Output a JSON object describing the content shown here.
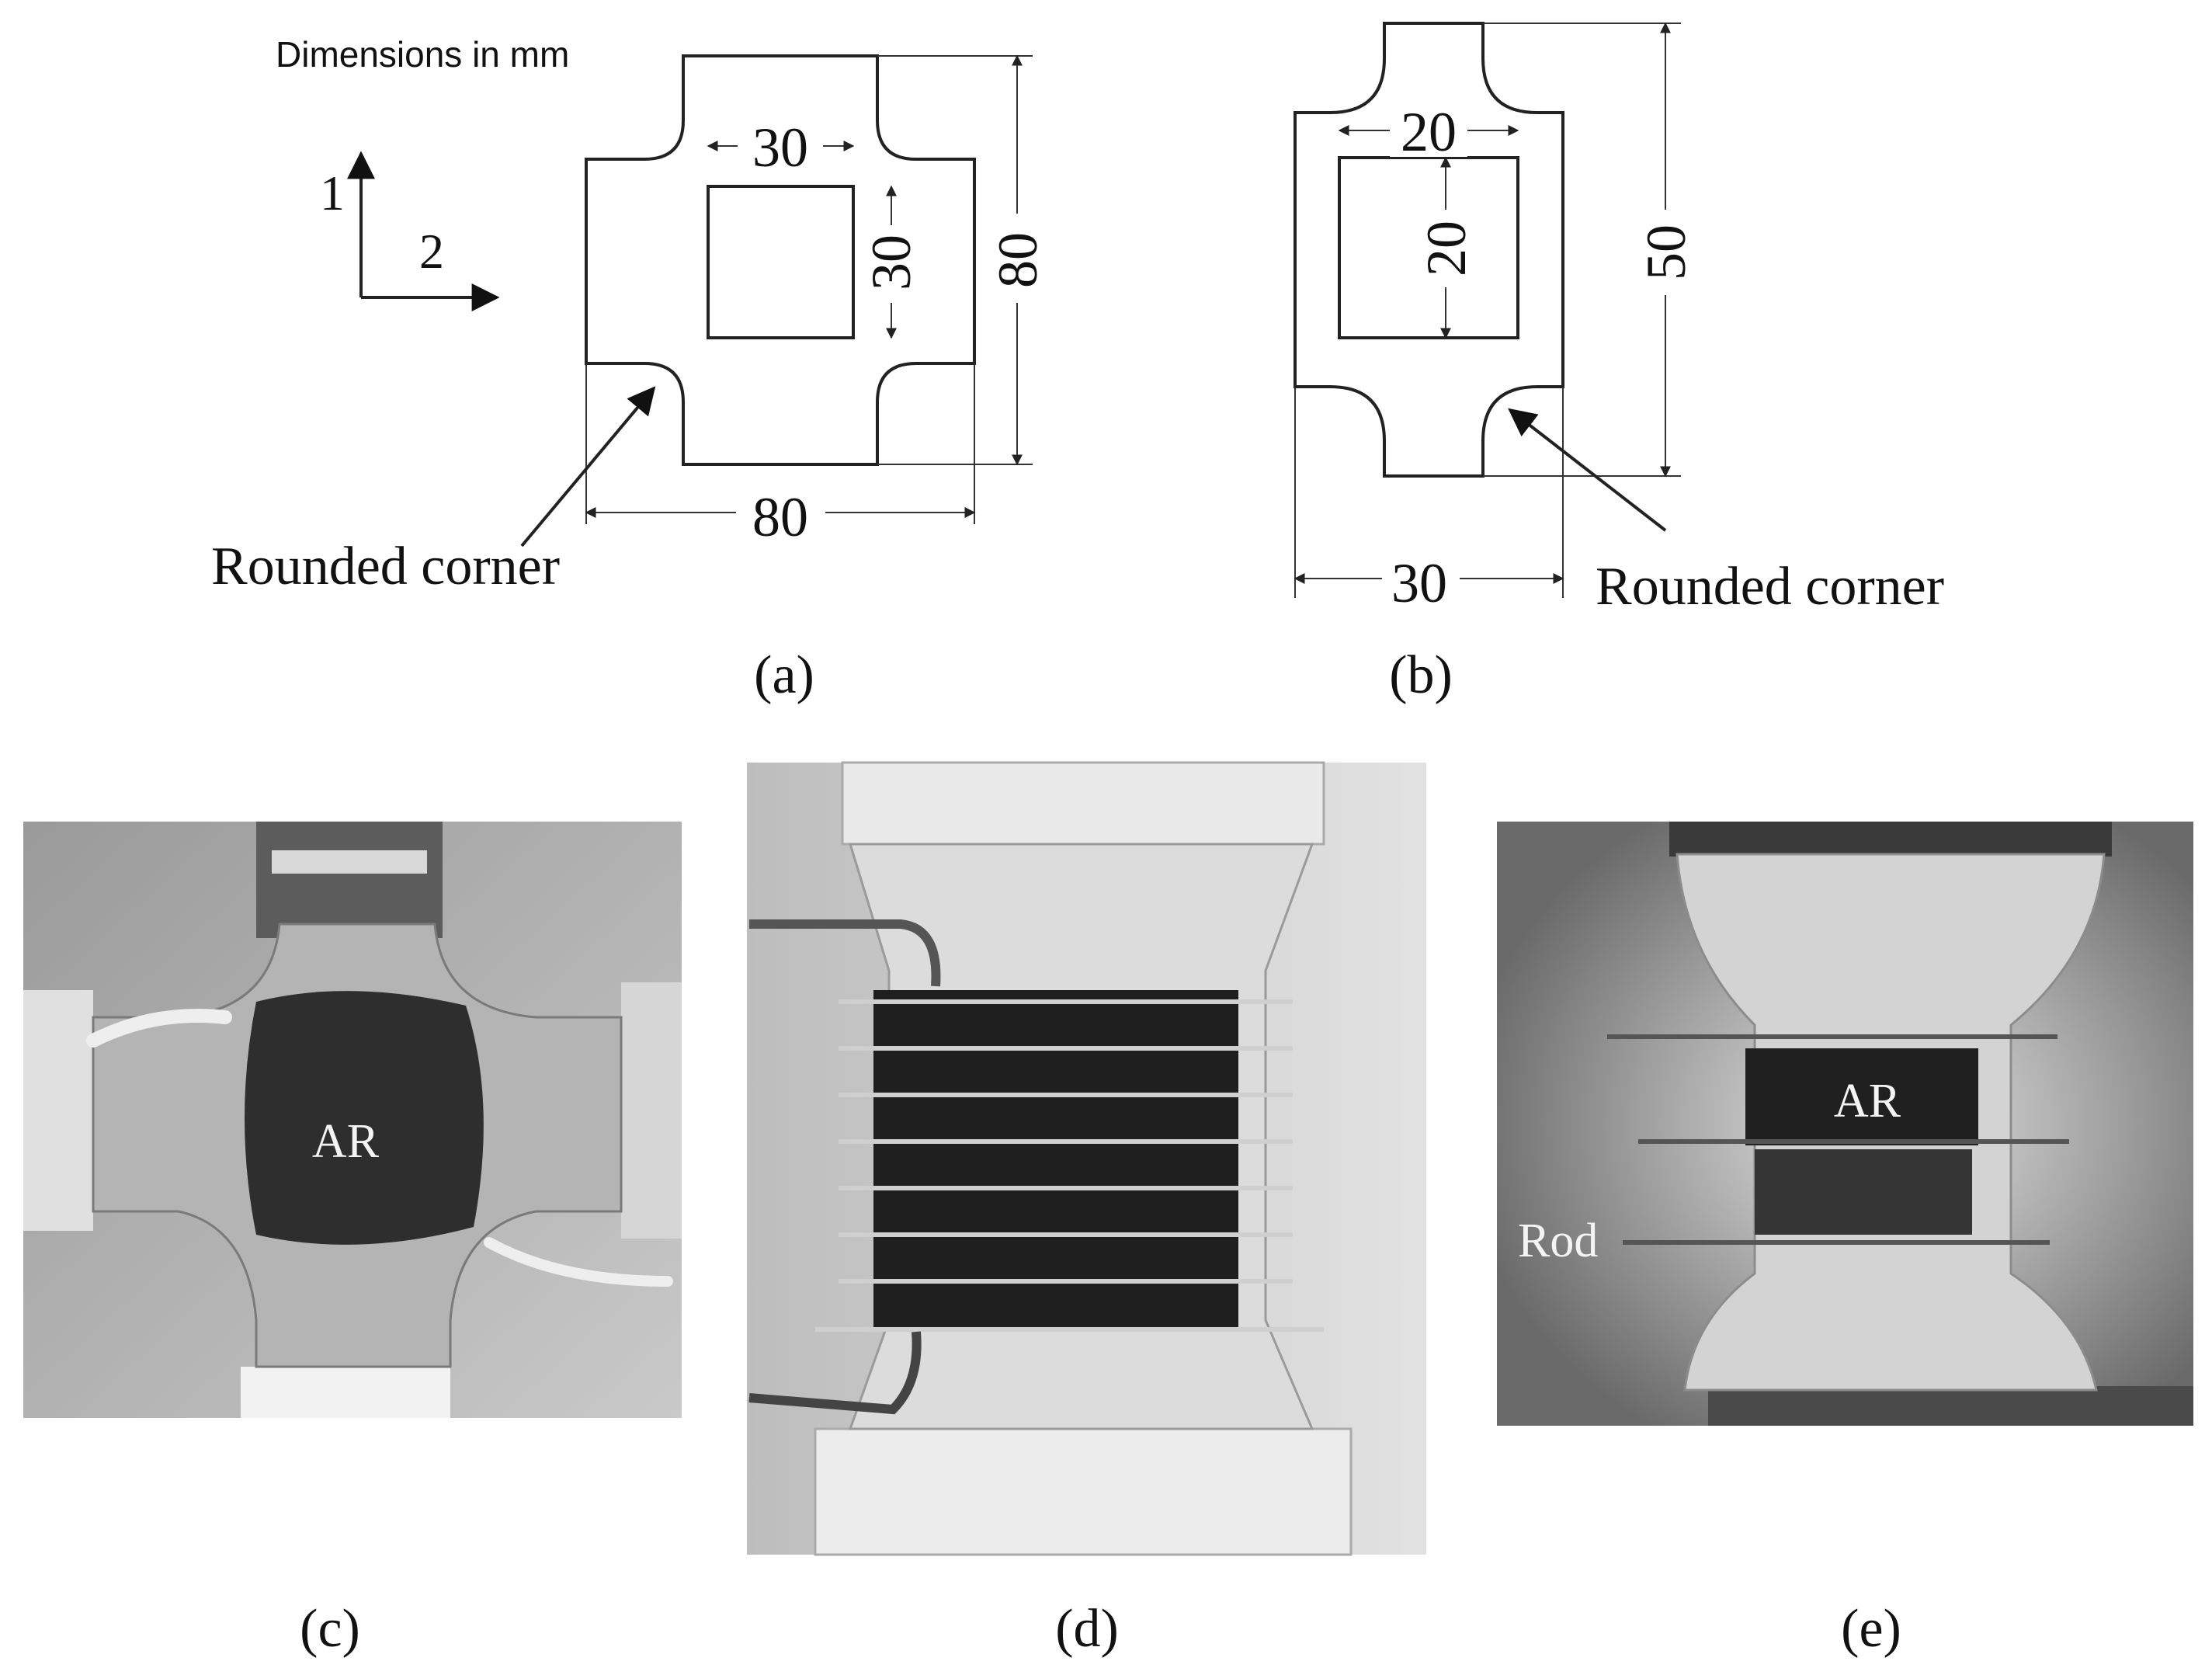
{
  "figure": {
    "header_note": "Dimensions in mm",
    "axes": {
      "axis_1": "1",
      "axis_2": "2"
    },
    "panel_a": {
      "label": "(a)",
      "dim_inner_width": "30",
      "dim_inner_height": "30",
      "dim_outer_height": "80",
      "dim_outer_width": "80",
      "corner_note": "Rounded corner"
    },
    "panel_b": {
      "label": "(b)",
      "dim_inner_width": "20",
      "dim_inner_height": "20",
      "dim_outer_height": "50",
      "dim_outer_width": "30",
      "corner_note": "Rounded corner"
    },
    "panel_c": {
      "label": "(c)",
      "region_text": "AR"
    },
    "panel_d": {
      "label": "(d)"
    },
    "panel_e": {
      "label": "(e)",
      "region_text": "AR",
      "rod_text": "Rod"
    }
  }
}
